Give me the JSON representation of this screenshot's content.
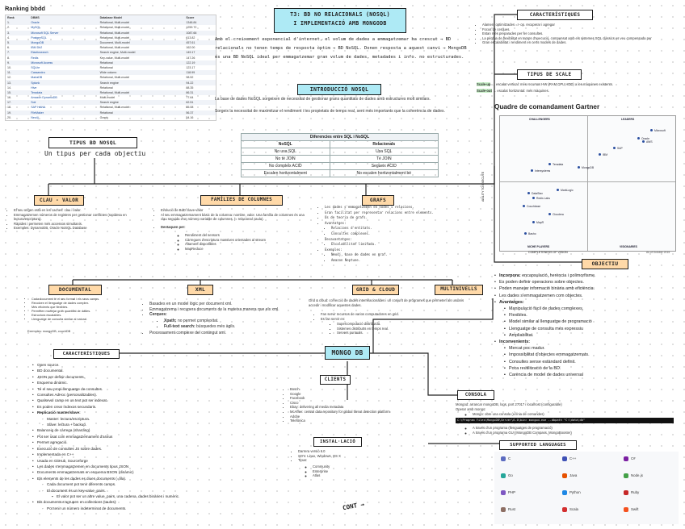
{
  "ranking": {
    "title": "Ranking bbdd",
    "headers": [
      "Rank",
      "DBMS",
      "Database Model",
      "Score"
    ],
    "rows": [
      {
        "rank": "1.",
        "name": "Oracle",
        "model": "Relational, Multi-model",
        "score": "1348.84"
      },
      {
        "rank": "2.",
        "name": "MySQL",
        "model": "Relational, Multi-model",
        "score": "1259.72"
      },
      {
        "rank": "3.",
        "name": "Microsoft SQL Server",
        "model": "Relational, Multi-model",
        "score": "1087.66"
      },
      {
        "rank": "4.",
        "name": "PostgreSQL",
        "model": "Relational, Multi-model",
        "score": "613.82"
      },
      {
        "rank": "5.",
        "name": "MongoDB",
        "model": "Document, Multi-model",
        "score": "457.61"
      },
      {
        "rank": "6.",
        "name": "IBM Db2",
        "model": "Relational, Multi-model",
        "score": "162.00"
      },
      {
        "rank": "7.",
        "name": "Elasticsearch",
        "model": "Search engine, Multi-model",
        "score": "149.17"
      },
      {
        "rank": "8.",
        "name": "Redis",
        "model": "Key-value, Multi-model",
        "score": "147.26"
      },
      {
        "rank": "9.",
        "name": "Microsoft Access",
        "model": "Relational",
        "score": "122.19"
      },
      {
        "rank": "10.",
        "name": "SQLite",
        "model": "Relational",
        "score": "123.17"
      },
      {
        "rank": "11.",
        "name": "Cassandra",
        "model": "Wide column",
        "score": "118.99"
      },
      {
        "rank": "12.",
        "name": "MariaDB",
        "model": "Relational, Multi-model",
        "score": "98.52"
      },
      {
        "rank": "13.",
        "name": "Splunk",
        "model": "Search engine",
        "score": "94.22"
      },
      {
        "rank": "14.",
        "name": "Hive",
        "model": "Relational",
        "score": "88.35"
      },
      {
        "rank": "15.",
        "name": "Teradata",
        "model": "Relational, Multi-model",
        "score": "86.31"
      },
      {
        "rank": "16.",
        "name": "Amazon DynamoDB",
        "model": "Multi-model",
        "score": "77.64"
      },
      {
        "rank": "17.",
        "name": "Solr",
        "model": "Search engine",
        "score": "62.51"
      },
      {
        "rank": "18.",
        "name": "SAP HANA",
        "model": "Relational, Multi-model",
        "score": "55.08"
      },
      {
        "rank": "19.",
        "name": "FileMaker",
        "model": "Relational",
        "score": "56.37"
      },
      {
        "rank": "20.",
        "name": "Neo4j",
        "model": "Graph",
        "score": "54.16"
      }
    ]
  },
  "title_box": {
    "line1": "T3: BD NO RELACIONALS (NOSQL)",
    "line2": "I IMPLEMENTACIÓ AMB MONGODB"
  },
  "intro_handwritten": "Amb el creixement exponencial d'internet, el volum de dades a emmagatzemar ha crescut → BD relacionals no tenen temps de resposta òptim → BD NoSQL. Donen resposta a aquest canvi → MongoDB és una BD NoSQL ideal per emmagatzemar gran volum de dades, metadades i info. no estructurades.",
  "intro_nosql": {
    "label": "INTRODUCCIÓ NOSQL",
    "text1": "La base de dades NoSQL sorgeixen de necessitat de gestionar grans quantitats de dades amb estructures molt similars.",
    "text2": "Sorgeix la necessitat de maximitzar el rendiment i les propietats de temps real, sent més importants que la coherència de dades."
  },
  "diff_table": {
    "title": "Diferencies entre SQL i NoSQL",
    "headers": [
      "NoSQL",
      "Relacionals"
    ],
    "rows": [
      [
        "No usa SQL",
        "Usa SQL"
      ],
      [
        "No té JOIN",
        "Té JOIN"
      ],
      [
        "No compleix ACID",
        "Segueix ACID"
      ],
      [
        "Escalen horitzontalment",
        "No escalen horitzontalment bé"
      ]
    ]
  },
  "caracteristiques_top": {
    "label": "CARACTERÍSTIQUES",
    "items": [
      "Alament optimitzades => op. recuperar i agregar",
      "Focus de cerques.",
      "Estan més preparades per fer consultes.",
      "La pèrdua de flexibilitat en temps d'execució, compensat amb els sistemes SQL clàssics es veu compensada per",
      "Gran escalabilitat i rendiment en certs models de dades."
    ]
  },
  "tipus_scale": {
    "label": "TIPUS DE SCALE",
    "up_key": "Scale-up",
    "up_text": "→ escalat vertical: més recursos HW (RAM,CPU,HDD) a les màquines existents.",
    "out_key": "Scale-out",
    "out_text": "→ escalat horitzontal: més màquines."
  },
  "gartner": {
    "title": "Quadre de comandament Gartner",
    "quadrants": [
      "CHALLENGERS",
      "LEADERS",
      "NICHE PLAYERS",
      "VISIONARIES"
    ],
    "y_axis": "ABILITY TO EXECUTE",
    "x_axis": "COMPLETENESS OF VISION",
    "footer": "As of October 2015",
    "vendors": [
      "Microsoft",
      "Oracle",
      "AWS",
      "SAP",
      "IBM",
      "MongoDB",
      "Teradata",
      "Intersystems",
      "MarkLogic",
      "DataStax",
      "Redis Labs",
      "Couchbase",
      "Cloudera",
      "MapR",
      "Basho"
    ]
  },
  "objectiu": {
    "label": "OBJECTIU",
    "items": [
      {
        "key": "Incorpora:",
        "text": "encapsulació, herència i polimorfisme.",
        "level": 0
      },
      {
        "key": "",
        "text": "Es poden definir operacions sobre objectes.",
        "level": 0
      },
      {
        "key": "",
        "text": "Poden manejar informació binària amb eficiència.",
        "level": 0
      },
      {
        "key": "",
        "text": "Les dades s'emmagatzemen com objectes.",
        "level": 0
      },
      {
        "key": "Avantatges:",
        "text": "",
        "level": 0
      },
      {
        "key": "",
        "text": "Manipulació fàcil de dades complexes.",
        "level": 1
      },
      {
        "key": "",
        "text": "Flexibles.",
        "level": 1
      },
      {
        "key": "",
        "text": "Model similar al llenguatge de programació",
        "level": 1
      },
      {
        "key": "",
        "text": "Llenguatge de consulta més expressiu",
        "level": 1
      },
      {
        "key": "",
        "text": "Ampliabilitat.",
        "level": 1
      },
      {
        "key": "Inconvenients:",
        "text": "",
        "level": 0
      },
      {
        "key": "",
        "text": "Mercat poc madur.",
        "level": 1
      },
      {
        "key": "",
        "text": "Impossibilitat d'objectes emmagatzemats.",
        "level": 1
      },
      {
        "key": "",
        "text": "Consultes sense estàndard definit.",
        "level": 1
      },
      {
        "key": "",
        "text": "Poca reutilització de la BD.",
        "level": 1
      },
      {
        "key": "",
        "text": "Carència de model de dades universal",
        "level": 1
      }
    ]
  },
  "tipus_bd": {
    "label": "TIPUS BD NOSQL",
    "subtitle": "Un tipus per cada objectiu"
  },
  "clau_valor": {
    "label": "CLAU - VALOR",
    "items": [
      "El seu origen està en les caches: clau i valor.",
      "Emmagatzemen números de registres per gestionar conflictes (rapidesa en lectura/escriptura).",
      "Ràpides i permeten més accessos simultanis.",
      "Exemples: DynamoDB, Oracle NoSQL Database"
    ]
  },
  "families": {
    "label": "FAMÍLIES DE COLUMNES",
    "items": [
      "Evolució de BdD clave-valor",
      "Al seu emmagatzemament bàsic de la columna: nombre, valor. Una família de columnes és una clau seguida d'un número variable de columnes. (≈ relacional: taula).",
      "Destaquen per:"
    ],
    "sub": [
      "Rendiment del sensors",
      "Càrregues d'escriptura massives orientades al stream",
      "Altament disponibles",
      "MapReduce"
    ]
  },
  "grafs": {
    "label": "GRAFS",
    "items": [
      "Les dades s'emmagatzemen en nodes i relacions.",
      "Gran facilitat per representar relacions entre elements.",
      "Ús de teoria de grafs.",
      "Avantatges:",
      "Relacions d'entitats.",
      "Consultes complexes.",
      "Desavantatges:",
      "Escalabilitat limitada.",
      "Exemples:",
      "Neo4j, base de dades en graf.",
      "Amazon Neptune."
    ]
  },
  "documental": {
    "label": "DOCUMENTAL",
    "items": [
      "Cada document té el seu format i els seus camps.",
      "Recolzen el llenguatge de dades complex.",
      "Més eficients que flexibles.",
      "Permeten manejar gran quantitat de dades.",
      "Estructura escalables.",
      "Llenguatge de consulta similar al natural."
    ],
    "example": "Exemples: mongoDB, couchDB"
  },
  "xml": {
    "label": "XML",
    "items": [
      "Basades en un model lògic per document xml.",
      "Emmagatzema i recupera documents de la mateixa manera que els xml."
    ],
    "cerques": "Cerques:",
    "sub": [
      {
        "key": "Xpath:",
        "text": "no permet complexitat."
      },
      {
        "key": "Full-text search:",
        "text": "búsquedes més àgils."
      }
    ],
    "tail": "Processament complexe del contingut xml."
  },
  "grid_cloud": {
    "label": "GRID & CLOUD",
    "text": "Grid & cloud: col·lecció de dades interrelacionades i un conjunt de programes que permeten als usuaris accedir i modificar aquestes dades.",
    "items": [
      "Fan servir recursos de varios computadores en grid.",
      "Es fan servir en:"
    ],
    "sub": [
      "Supercomputació distribuïda.",
      "Sistemes distribuïts en temps real.",
      "Servers puntuals."
    ]
  },
  "multinivells": {
    "label": "MULTINIVELLS"
  },
  "mongo": {
    "label": "MONGO DB"
  },
  "caracteristiques": {
    "label": "CARACTERÍSTIQUES",
    "items": [
      {
        "t": "Open source.",
        "l": 0
      },
      {
        "t": "BD documental.",
        "l": 0
      },
      {
        "t": "JSON per definir documents.",
        "l": 0
      },
      {
        "t": "Esquema dinàmic.",
        "l": 0
      },
      {
        "t": "Té el seu propi llenguatge de consultes.",
        "l": 0
      },
      {
        "t": "Consultes AdHoc (personalitzables).",
        "l": 0
      },
      {
        "t": "Qualsevol camp en un text pot ser indexat.",
        "l": 0
      },
      {
        "t": "Es poden crear índexos secundaris.",
        "l": 0
      },
      {
        "t": "Replicació master/slave:",
        "l": 0
      },
      {
        "t": "Master: lectura/escriptura.",
        "l": 1
      },
      {
        "t": "Slave: lectura + backup.",
        "l": 1
      },
      {
        "t": "Balanceig de càrrega (sharding)",
        "l": 0
      },
      {
        "t": "Pot ser usat com emmagatzemament d'arxius",
        "l": 0
      },
      {
        "t": "Permet agregació.",
        "l": 0
      },
      {
        "t": "Execució de consultes JS sobre dades.",
        "l": 0
      },
      {
        "t": "Implementada en C++",
        "l": 0
      },
      {
        "t": "Usada en GitHub, Sourceforge",
        "l": 0
      },
      {
        "t": "Les dades s'emmagatzemen en documents tipus JSON",
        "l": 0
      },
      {
        "t": "Documents emmagatzemats en esquema BSON (dinàmic)",
        "l": 0
      },
      {
        "t": "Els elements de les dades es diuen documents (=fila).",
        "l": 0
      },
      {
        "t": "Cada document pot tenir diferents camps.",
        "l": 1
      },
      {
        "t": "El document és un key-value_pairs.",
        "l": 1
      },
      {
        "t": "El valor pot ser un altre value_pairs, una cadena, dades binàries i numèric.",
        "l": 2
      },
      {
        "t": "Els documents s'agrupen en collections (taules):",
        "l": 0
      },
      {
        "t": "Pot tenir un número indeterminat de documents.",
        "l": 1
      }
    ]
  },
  "clients": {
    "label": "CLIENTS",
    "items": [
      "Bosch",
      "Google",
      "Facebook",
      "Cisco",
      "Ebay: delivering all media metadata",
      "McAffee: central data repository for global threat detection platform",
      "Adobe",
      "Telefònica"
    ]
  },
  "installacio": {
    "label": "INSTAL·LACIÓ",
    "items": [
      "Darrera versió 6.0",
      "SO's: Linux, Windows, OS X",
      "Tipus:"
    ],
    "sub": [
      "Community",
      "Enterprise",
      "Atlas"
    ]
  },
  "cont": "CONT →",
  "consola": {
    "label": "CONSOLA",
    "line1": "Mongod: arrancar mongoDB, logs, port 27017 i localhost (configurable)",
    "line2": "Operar amb mongo:",
    "sub1": "Mongo: obre una consola (a línia de comandes)",
    "code": "C:\\Program Files\\MongoDB\\Server\\6.0\\bin> mongod.exe --dbpath \"C:\\data\\db\"",
    "sub2": "A través d'un programa (llenguatges de programació)",
    "sub3": "A través d'un programa GUI (MongoDB Compass, MongoBooster)"
  },
  "languages": {
    "label": "SUPPORTED LANGUAGES",
    "items": [
      {
        "name": "C",
        "color": "#5c6bc0"
      },
      {
        "name": "C++",
        "color": "#3f51b5"
      },
      {
        "name": "C#",
        "color": "#7b1fa2"
      },
      {
        "name": "Go",
        "color": "#26a69a"
      },
      {
        "name": "Java",
        "color": "#e65100"
      },
      {
        "name": "Node.js",
        "color": "#43a047"
      },
      {
        "name": "PHP",
        "color": "#7e57c2"
      },
      {
        "name": "Python",
        "color": "#1e88e5"
      },
      {
        "name": "Ruby",
        "color": "#c62828"
      },
      {
        "name": "Rust",
        "color": "#8d6e63"
      },
      {
        "name": "Scala",
        "color": "#d32f2f"
      },
      {
        "name": "Swift",
        "color": "#f4511e"
      }
    ]
  }
}
